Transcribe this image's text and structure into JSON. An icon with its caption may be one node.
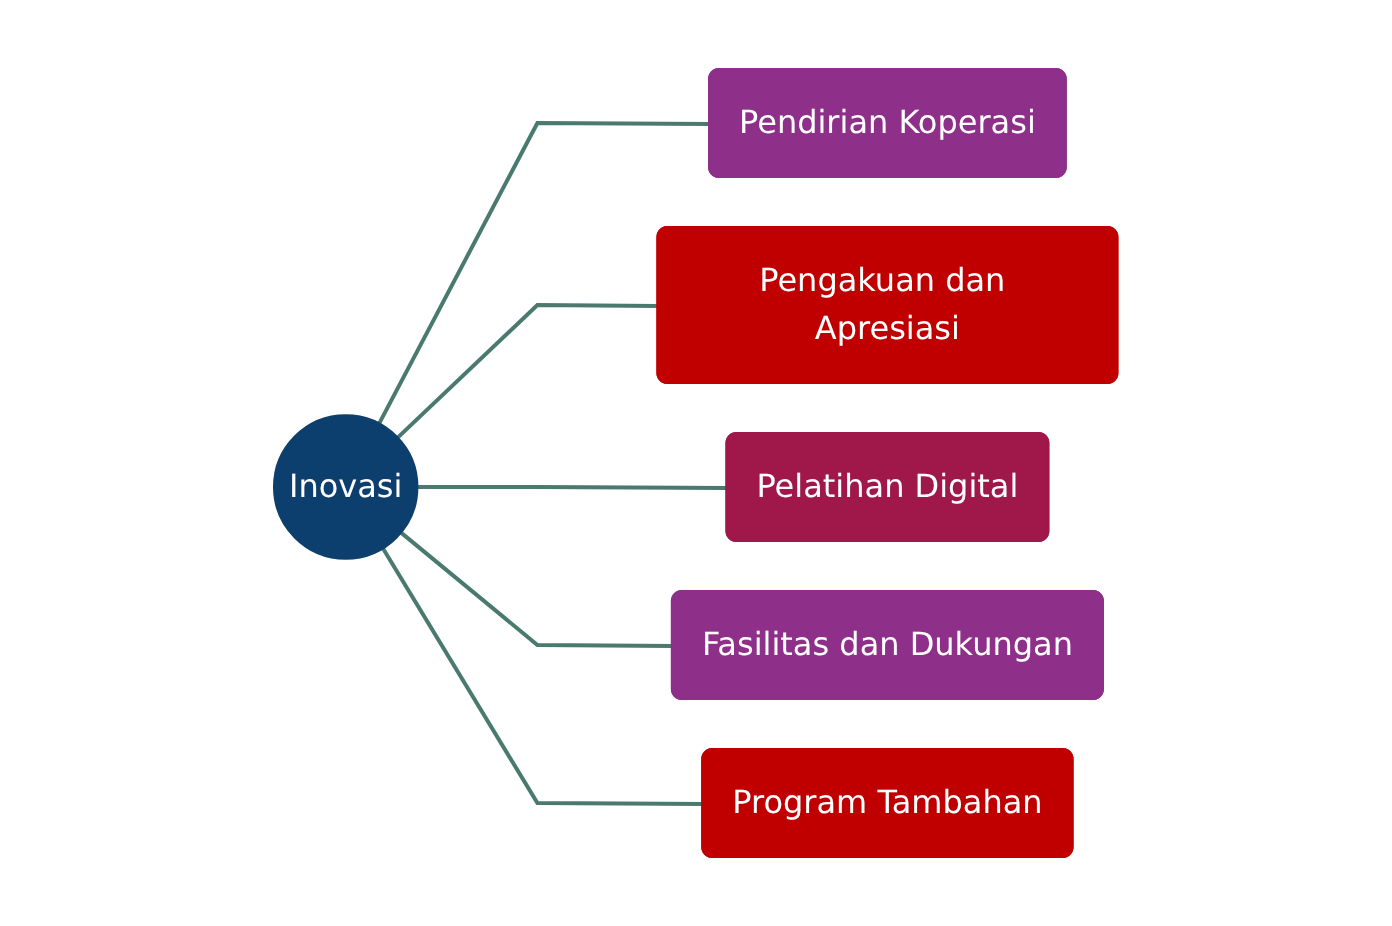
{
  "diagram": {
    "nodes": [
      {
        "text": [
          "Inovasi"
        ]
      },
      {
        "text": [
          "Pendirian Koperasi"
        ]
      },
      {
        "text": [
          "Pengakuan dan Apresiasi"
        ]
      },
      {
        "text": [
          "Pelatihan Digital"
        ]
      },
      {
        "text": [
          "Fasilitas dan Dukungan"
        ]
      },
      {
        "text": [
          "Program Tambahan"
        ]
      }
    ],
    "edges": [
      {
        "from": 0,
        "to": 1,
        "arrow": "none"
      },
      {
        "from": 0,
        "to": 2,
        "arrow": "none"
      },
      {
        "from": 0,
        "to": 3,
        "arrow": "none"
      },
      {
        "from": 0,
        "to": 4,
        "arrow": "none"
      },
      {
        "from": 0,
        "to": 5,
        "arrow": "none"
      }
    ]
  }
}
